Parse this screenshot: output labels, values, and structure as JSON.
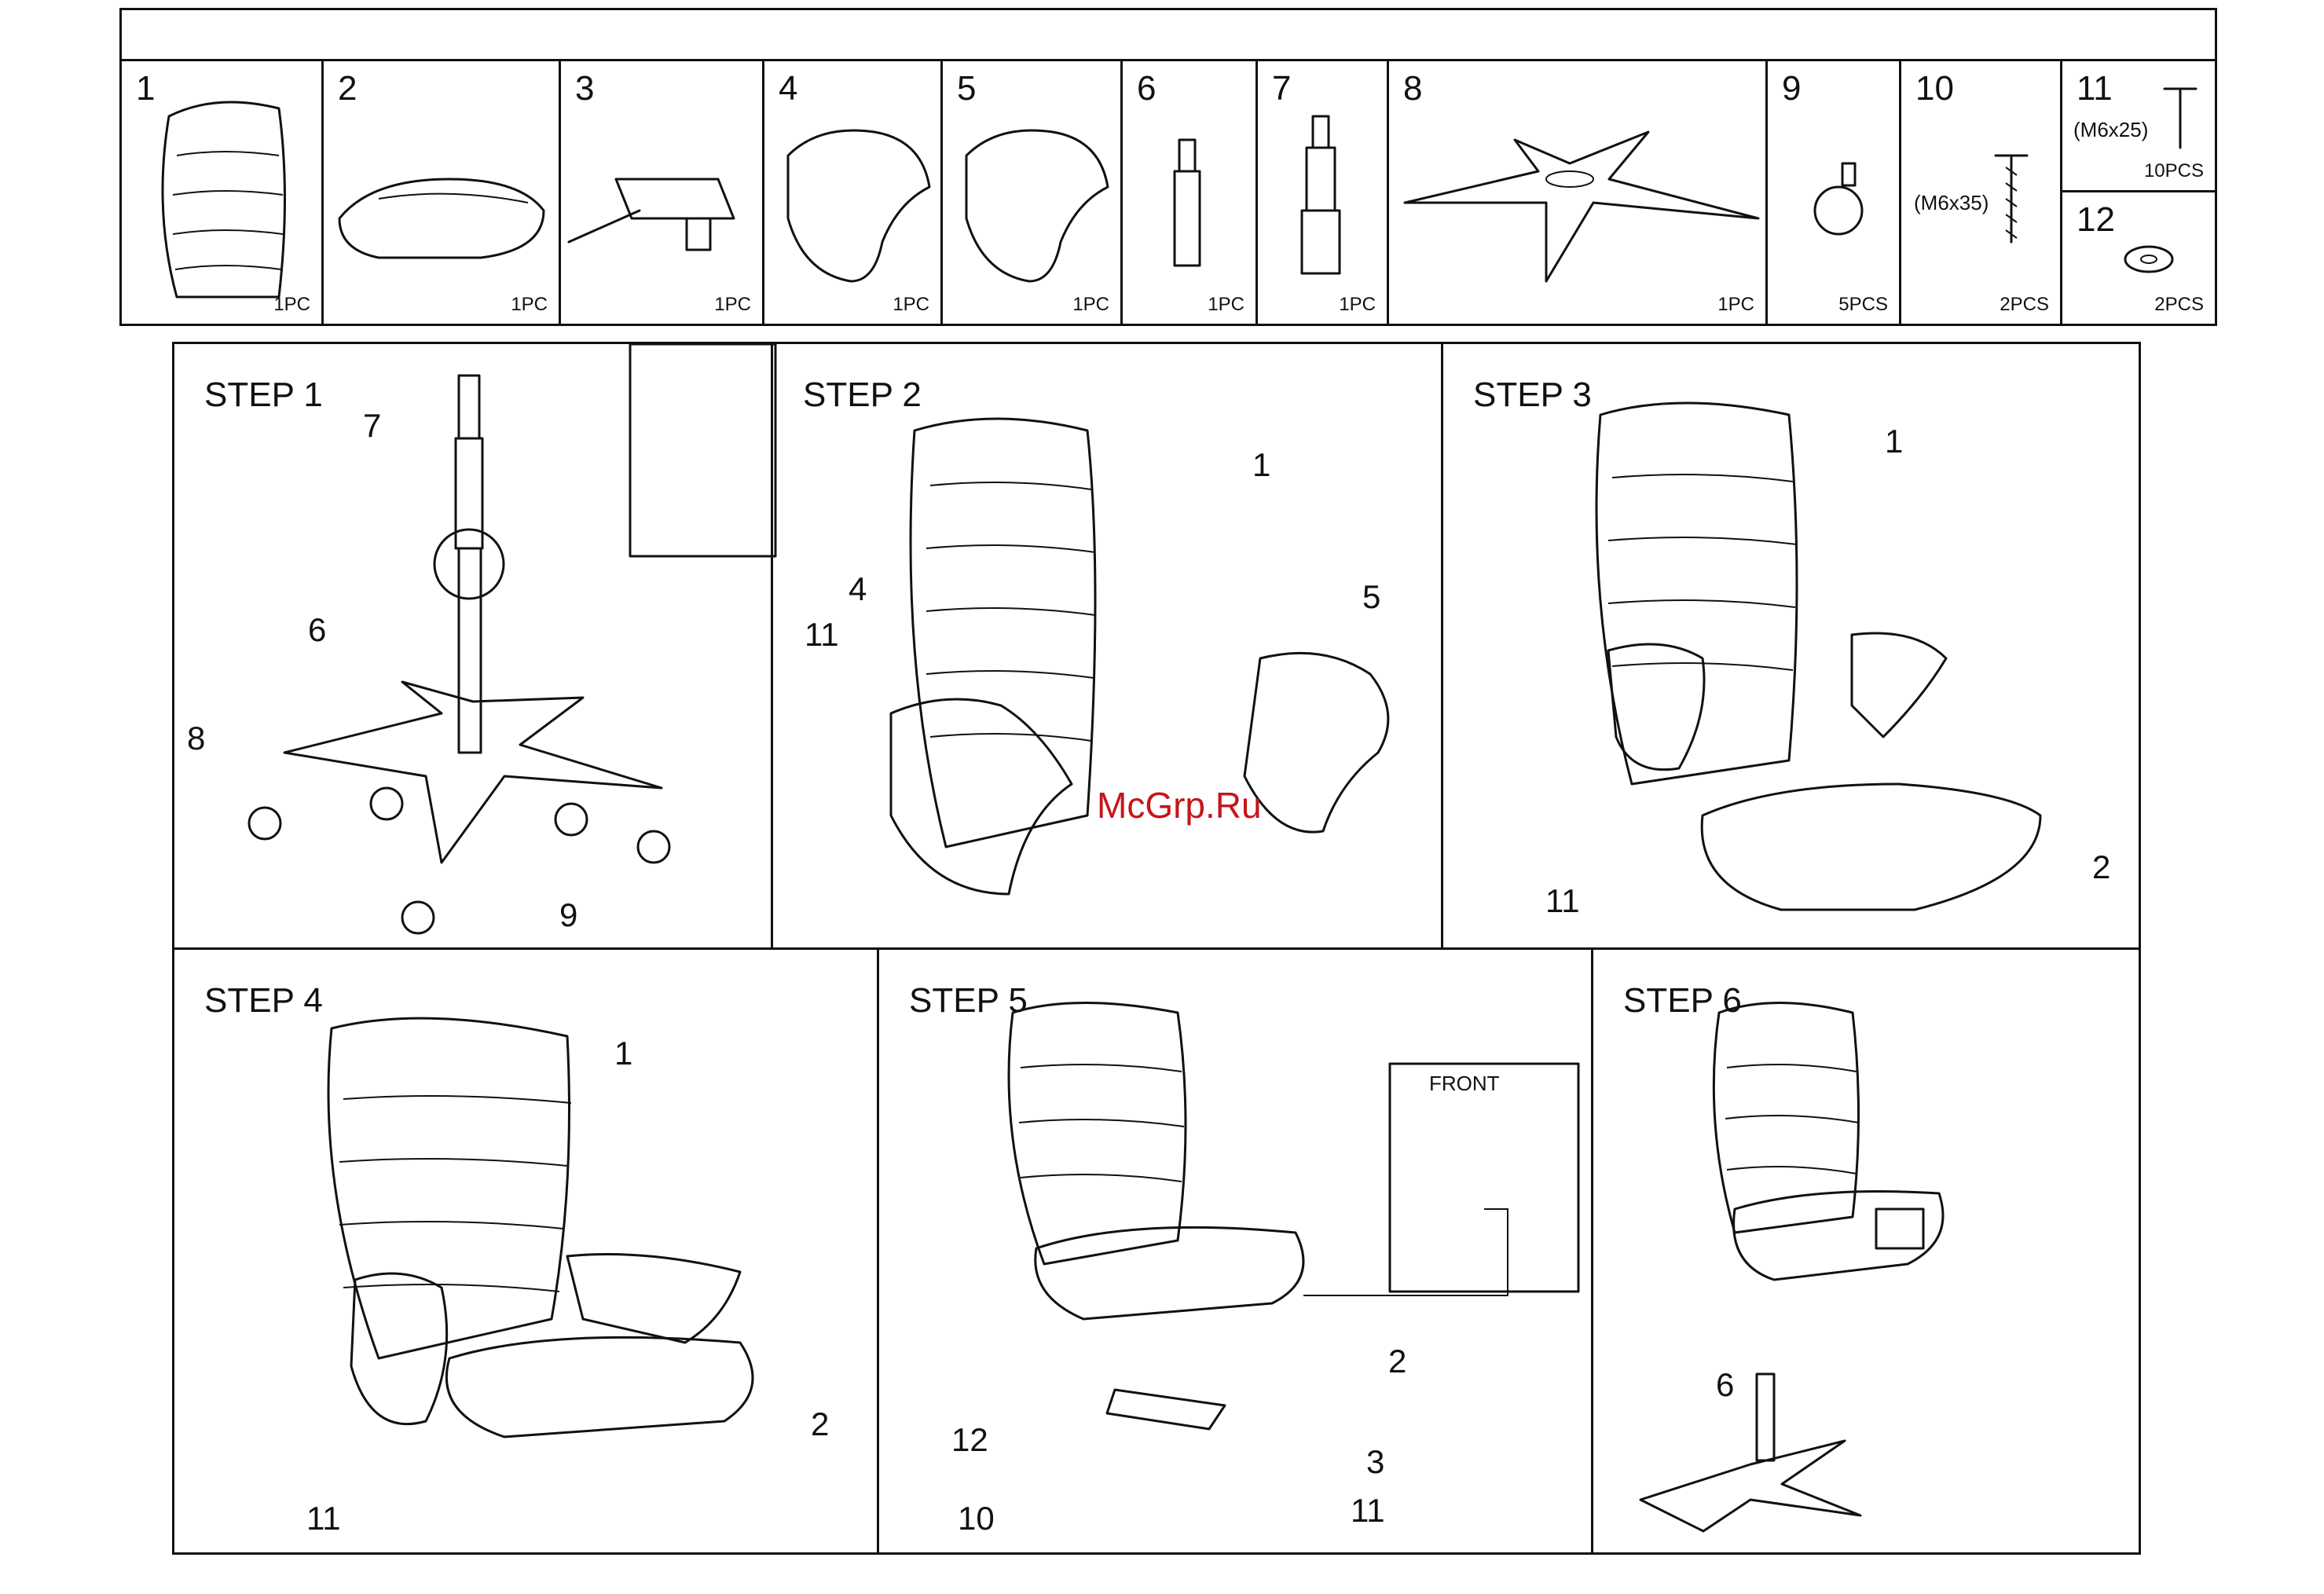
{
  "parts": [
    {
      "num": "1",
      "qty": "1PC"
    },
    {
      "num": "2",
      "qty": "1PC"
    },
    {
      "num": "3",
      "qty": "1PC"
    },
    {
      "num": "4",
      "qty": "1PC"
    },
    {
      "num": "5",
      "qty": "1PC"
    },
    {
      "num": "6",
      "qty": "1PC"
    },
    {
      "num": "7",
      "qty": "1PC"
    },
    {
      "num": "8",
      "qty": "1PC"
    },
    {
      "num": "9",
      "qty": "5PCS"
    },
    {
      "num": "10",
      "qty": "2PCS",
      "spec": "(M6x35)"
    },
    {
      "num": "11",
      "qty": "10PCS",
      "spec": "(M6x25)"
    },
    {
      "num": "12",
      "qty": "2PCS"
    }
  ],
  "steps": {
    "s1": {
      "label": "STEP 1",
      "callouts": [
        "7",
        "6",
        "8",
        "9"
      ]
    },
    "s2": {
      "label": "STEP 2",
      "callouts": [
        "1",
        "4",
        "11",
        "5"
      ]
    },
    "s3": {
      "label": "STEP 3",
      "callouts": [
        "1",
        "11",
        "2"
      ]
    },
    "s4": {
      "label": "STEP 4",
      "callouts": [
        "1",
        "2",
        "11"
      ]
    },
    "s5": {
      "label": "STEP 5",
      "callouts": [
        "2",
        "12",
        "3",
        "10",
        "11"
      ],
      "front_label": "FRONT"
    },
    "s6": {
      "label": "STEP 6",
      "callouts": [
        "6"
      ]
    }
  },
  "watermark": "McGrp.Ru"
}
